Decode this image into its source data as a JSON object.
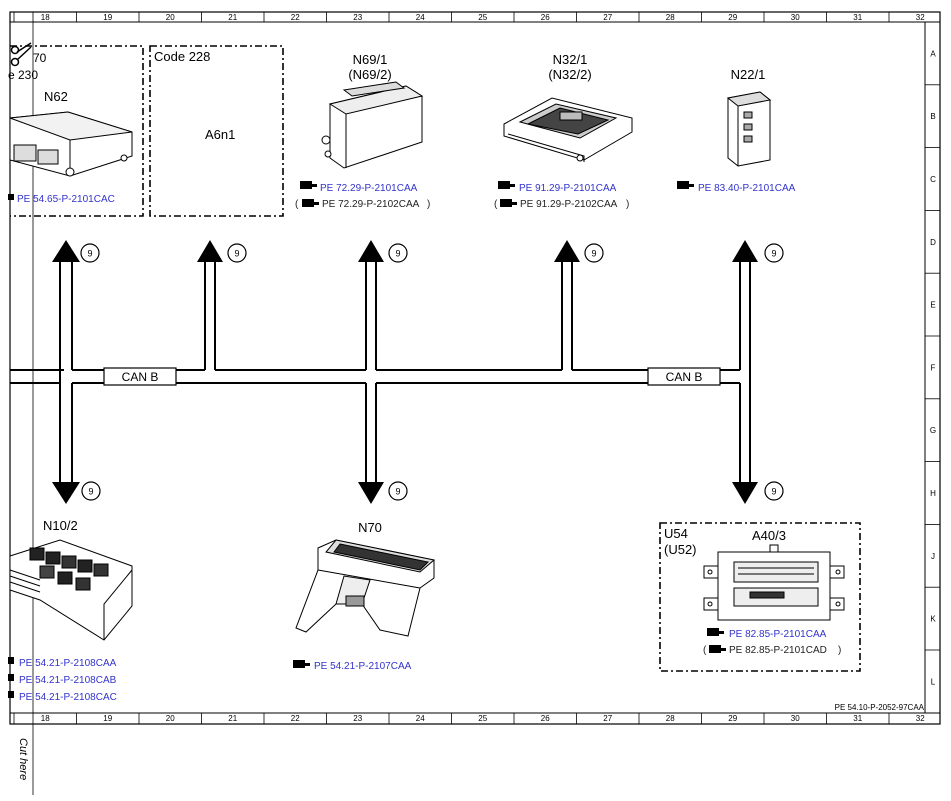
{
  "ruler": {
    "columns": [
      "18",
      "19",
      "20",
      "21",
      "22",
      "23",
      "24",
      "25",
      "26",
      "27",
      "28",
      "29",
      "30",
      "31",
      "32"
    ],
    "rows": [
      "A",
      "B",
      "C",
      "D",
      "E",
      "F",
      "G",
      "H",
      "J",
      "K",
      "L"
    ]
  },
  "components": {
    "n62": {
      "code_partial": "70",
      "partial2": "e 230",
      "label": "N62",
      "refs": [
        "PE 54.65-P-2101CAC"
      ]
    },
    "a6n1": {
      "code": "Code 228",
      "label": "A6n1"
    },
    "n69": {
      "label": "N69/1",
      "alt": "(N69/2)",
      "ref": "PE 72.29-P-2101CAA",
      "ref_alt": "PE 72.29-P-2102CAA"
    },
    "n32": {
      "label": "N32/1",
      "alt": "(N32/2)",
      "ref": "PE 91.29-P-2101CAA",
      "ref_alt": "PE 91.29-P-2102CAA"
    },
    "n22": {
      "label": "N22/1",
      "ref": "PE 83.40-P-2101CAA"
    },
    "n10": {
      "label": "N10/2",
      "refs": [
        "PE 54.21-P-2108CAA",
        "PE 54.21-P-2108CAB",
        "PE 54.21-P-2108CAC"
      ]
    },
    "n70": {
      "label": "N70",
      "ref": "PE 54.21-P-2107CAA"
    },
    "u54": {
      "label": "U54",
      "alt": "(U52)",
      "sub": "A40/3",
      "ref": "PE 82.85-P-2101CAA",
      "ref_alt": "PE 82.85-P-2101CAD"
    }
  },
  "bus": {
    "label_left": "CAN B",
    "label_right": "CAN B",
    "node": "9"
  },
  "footer": {
    "doc_id": "PE 54.10-P-2052-97CAA"
  },
  "cut_here": "Cut here",
  "paren_open": "(",
  "paren_close": ")"
}
